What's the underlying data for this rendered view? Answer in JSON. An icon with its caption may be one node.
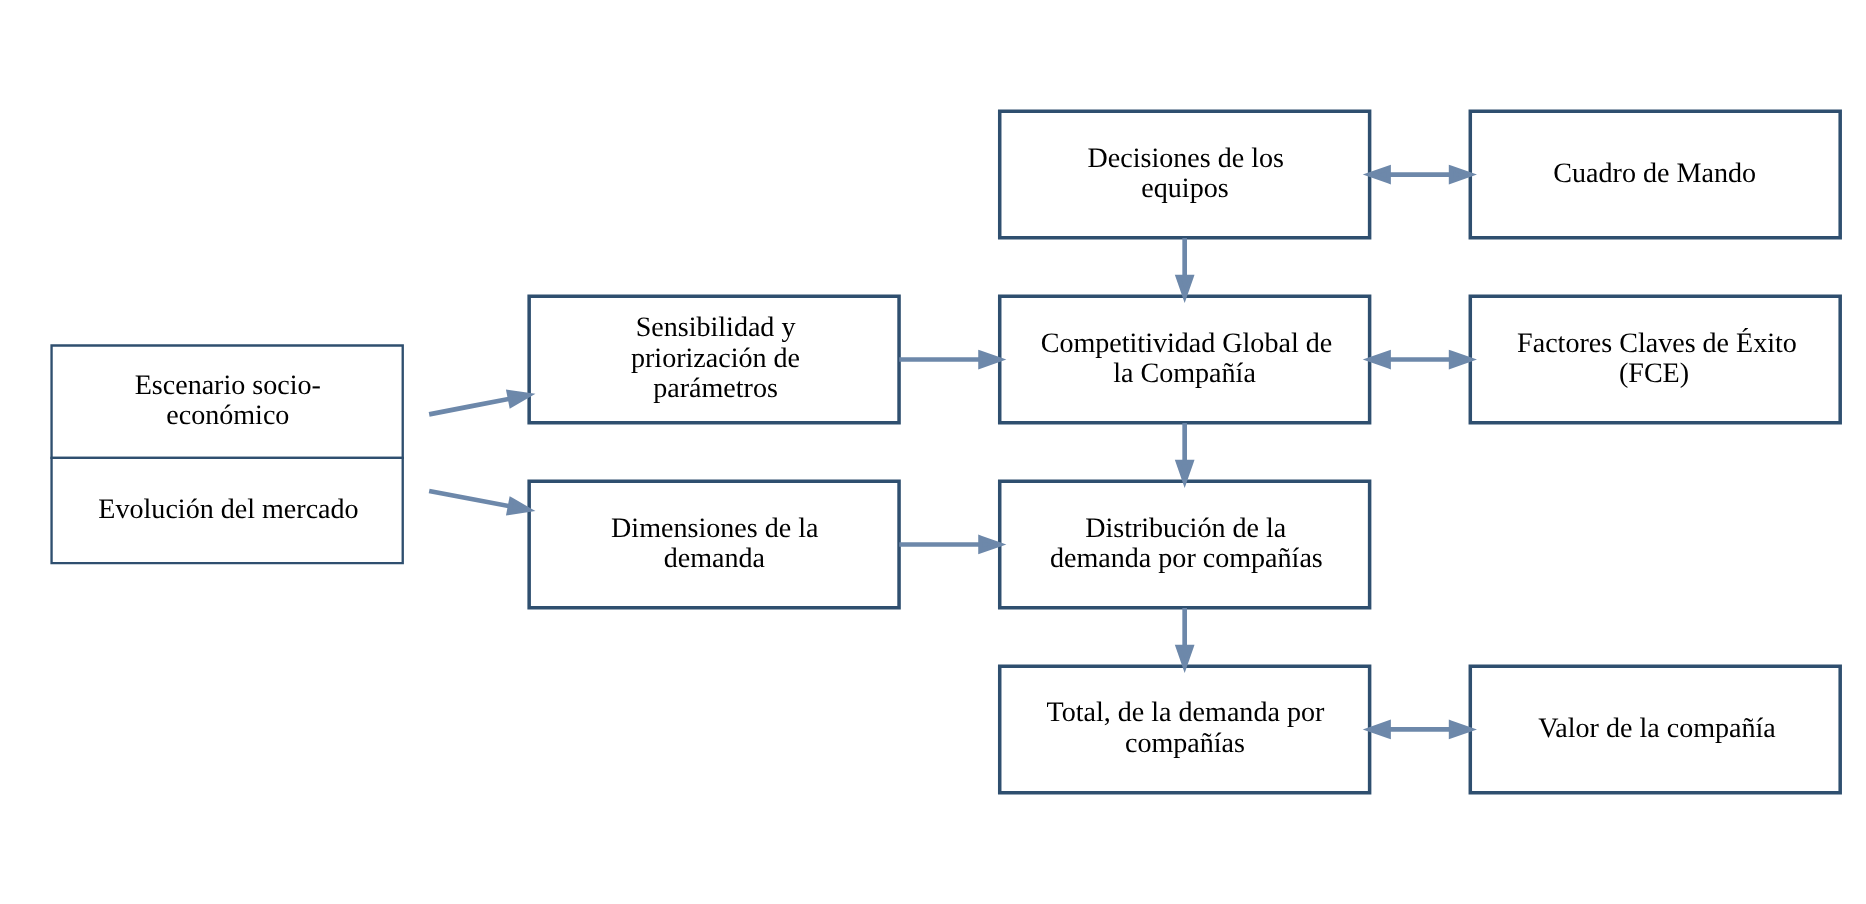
{
  "diagram": {
    "nodes": [
      {
        "text": [
          "Escenario socio-económico",
          "Evolución del mercado"
        ]
      },
      {
        "text": [
          "Decisiones de los equipos"
        ]
      },
      {
        "text": [
          "Cuadro de Mando"
        ]
      },
      {
        "text": [
          "Sensibilidad y priorización de parámetros"
        ]
      },
      {
        "text": [
          "Competitividad Global de la Compañía"
        ]
      },
      {
        "text": [
          "Factores Claves de Éxito (FCE)"
        ]
      },
      {
        "text": [
          "Dimensiones de la demanda"
        ]
      },
      {
        "text": [
          "Distribución de la demanda por compañías"
        ]
      },
      {
        "text": [
          "Total, de la demanda por compañías"
        ]
      },
      {
        "text": [
          "Valor de la compañía"
        ]
      }
    ],
    "edges": [
      {
        "from": 0,
        "to": 3,
        "arrow": "to"
      },
      {
        "from": 0,
        "to": 6,
        "arrow": "to"
      },
      {
        "from": 1,
        "to": 2,
        "arrow": "both"
      },
      {
        "from": 1,
        "to": 4,
        "arrow": "to"
      },
      {
        "from": 3,
        "to": 4,
        "arrow": "to"
      },
      {
        "from": 4,
        "to": 5,
        "arrow": "both"
      },
      {
        "from": 4,
        "to": 7,
        "arrow": "to"
      },
      {
        "from": 6,
        "to": 7,
        "arrow": "to"
      },
      {
        "from": 7,
        "to": 8,
        "arrow": "to"
      },
      {
        "from": 8,
        "to": 9,
        "arrow": "both"
      }
    ]
  }
}
